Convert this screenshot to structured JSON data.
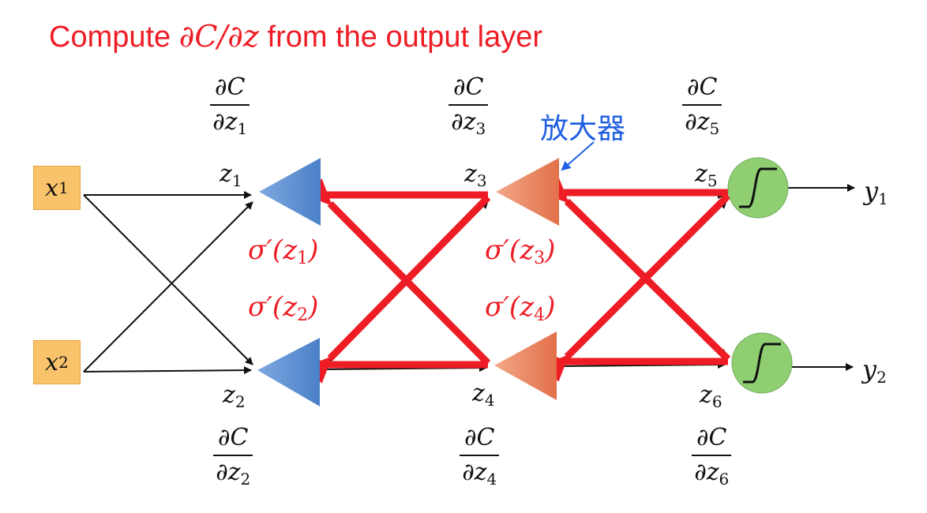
{
  "title": {
    "prefix": "Compute ",
    "math": "∂C/∂z",
    "suffix": " from the output layer"
  },
  "inputs": [
    {
      "symbol": "x",
      "index": "1"
    },
    {
      "symbol": "x",
      "index": "2"
    }
  ],
  "outputs": [
    {
      "symbol": "y",
      "index": "1"
    },
    {
      "symbol": "y",
      "index": "2"
    }
  ],
  "z_labels": [
    {
      "symbol": "z",
      "index": "1"
    },
    {
      "symbol": "z",
      "index": "2"
    },
    {
      "symbol": "z",
      "index": "3"
    },
    {
      "symbol": "z",
      "index": "4"
    },
    {
      "symbol": "z",
      "index": "5"
    },
    {
      "symbol": "z",
      "index": "6"
    }
  ],
  "gradient_labels": [
    {
      "numerator": "∂C",
      "den_symbol": "∂z",
      "index": "1"
    },
    {
      "numerator": "∂C",
      "den_symbol": "∂z",
      "index": "2"
    },
    {
      "numerator": "∂C",
      "den_symbol": "∂z",
      "index": "3"
    },
    {
      "numerator": "∂C",
      "den_symbol": "∂z",
      "index": "4"
    },
    {
      "numerator": "∂C",
      "den_symbol": "∂z",
      "index": "5"
    },
    {
      "numerator": "∂C",
      "den_symbol": "∂z",
      "index": "6"
    }
  ],
  "sigma_labels": [
    {
      "prefix": "σ′(z",
      "index": "1",
      "suffix": ")"
    },
    {
      "prefix": "σ′(z",
      "index": "2",
      "suffix": ")"
    },
    {
      "prefix": "σ′(z",
      "index": "3",
      "suffix": ")"
    },
    {
      "prefix": "σ′(z",
      "index": "4",
      "suffix": ")"
    }
  ],
  "amplifier_label": "放大器",
  "colors": {
    "title_red": "#ee1c24",
    "backprop_red": "#ee1c24",
    "neuron_blue": "#5b8fd4",
    "neuron_orange": "#ec8a66",
    "output_green": "#8fcf72",
    "input_box": "#f9c36b",
    "annotation_blue": "#1f5fe0"
  }
}
